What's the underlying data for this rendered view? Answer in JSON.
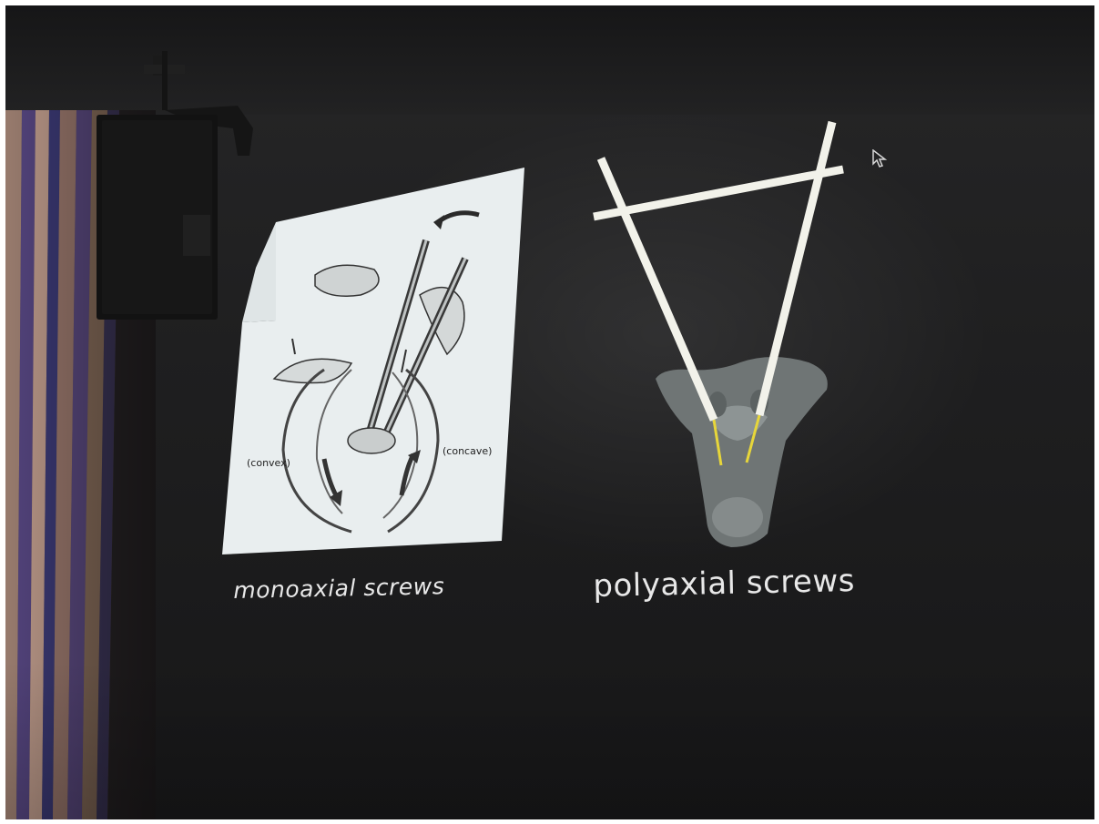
{
  "scene": {
    "description_label": "projected slide photo",
    "colors": {
      "wall": "#1f1f20",
      "slide_paper": "#e9eeef",
      "rod": "#f2f2ea",
      "screw": "#e7d63a",
      "caption": "#e8e8e8"
    }
  },
  "left_figure": {
    "label_convex": "(convex)",
    "label_concave": "(concave)",
    "caption": "monoaxial screws"
  },
  "right_figure": {
    "caption": "polyaxial screws"
  },
  "icons": {
    "cursor": "mouse-pointer-icon",
    "curve_arrow": "curved-arrow-icon"
  }
}
